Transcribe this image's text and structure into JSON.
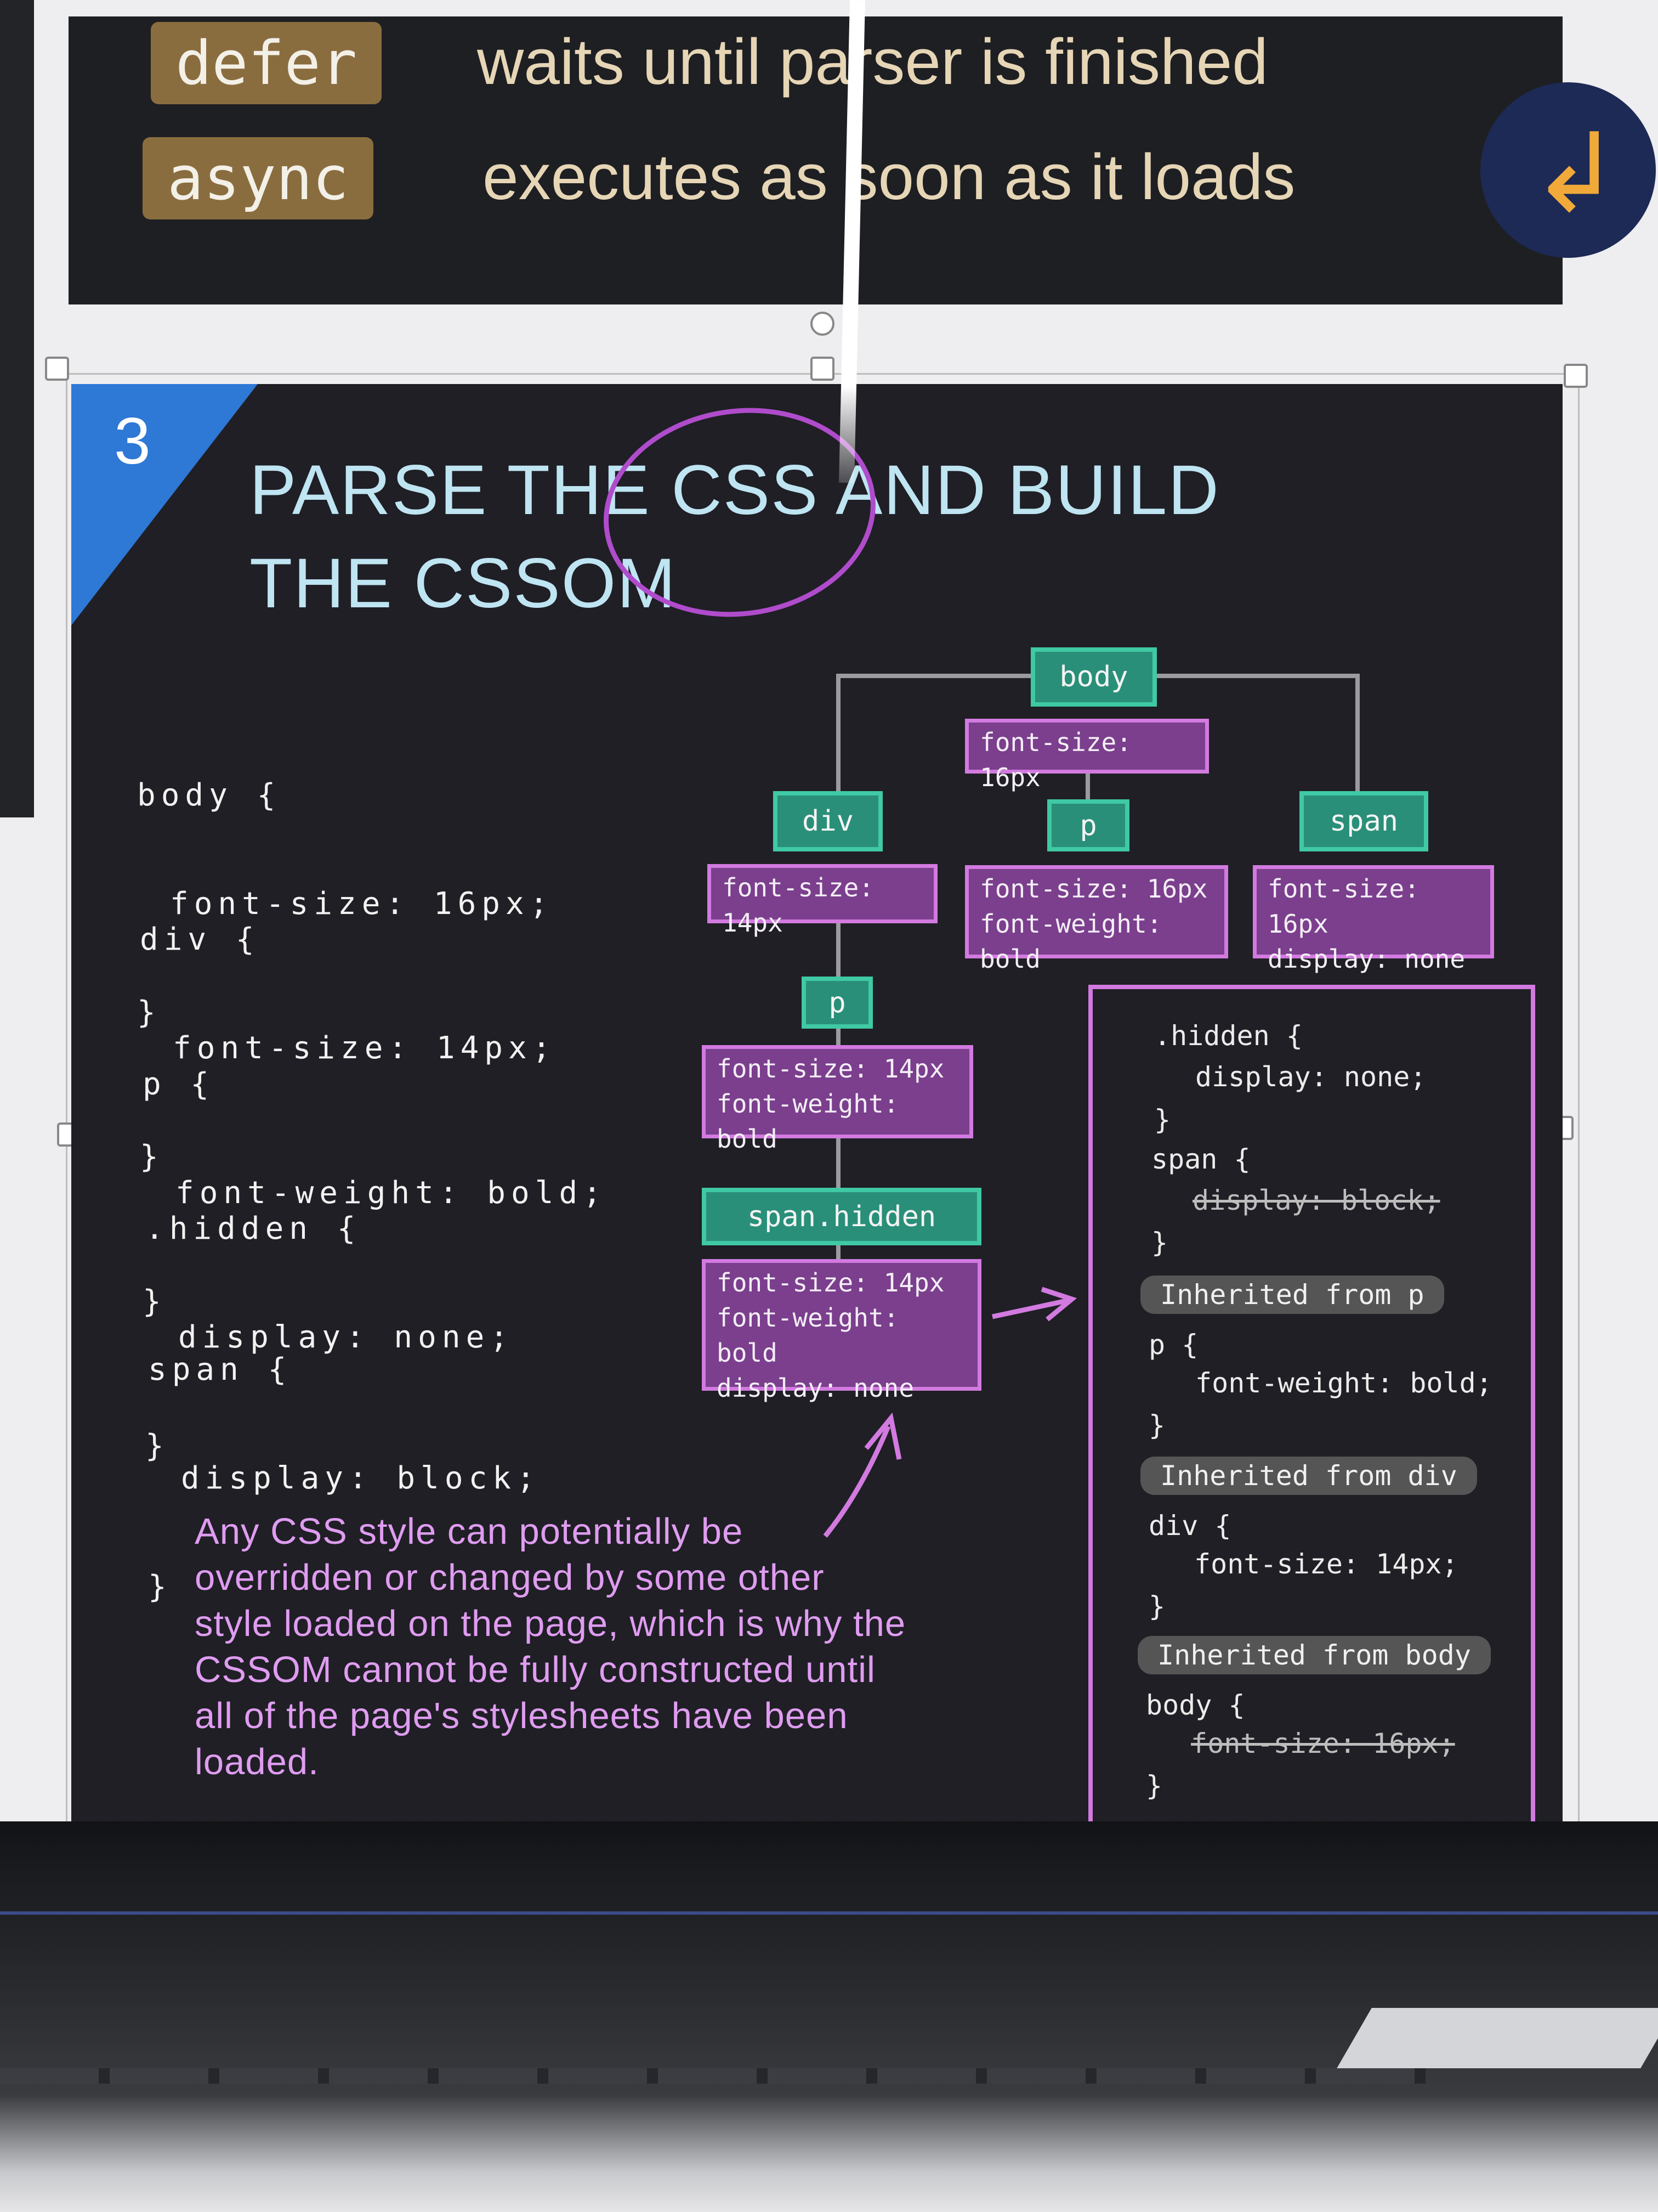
{
  "top_slide": {
    "rows": [
      {
        "keyword": "defer",
        "description": "waits until parser is finished"
      },
      {
        "keyword": "async",
        "description": "executes as soon as it loads"
      }
    ]
  },
  "slide": {
    "number": "3",
    "title_line1": "PARSE THE CSS AND BUILD",
    "title_line2": "THE CSSOM",
    "css_code": [
      {
        "selector": "body {",
        "declaration": "font-size: 16px;",
        "close": "}"
      },
      {
        "selector": "div {",
        "declaration": "font-size: 14px;",
        "close": "}"
      },
      {
        "selector": "p {",
        "declaration": "font-weight: bold;",
        "close": "}"
      },
      {
        "selector": ".hidden {",
        "declaration": "display: none;",
        "close": "}"
      },
      {
        "selector": "span {",
        "declaration": "display: block;",
        "close": "}"
      }
    ],
    "tree": {
      "body": {
        "label": "body",
        "props": [
          "font-size: 16px"
        ]
      },
      "div": {
        "label": "div",
        "props": [
          "font-size: 14px"
        ]
      },
      "p_top": {
        "label": "p",
        "props": [
          "font-size: 16px",
          "font-weight: bold"
        ]
      },
      "span_top": {
        "label": "span",
        "props": [
          "font-size: 16px",
          "display: none"
        ]
      },
      "p_child": {
        "label": "p",
        "props": [
          "font-size: 14px",
          "font-weight: bold"
        ]
      },
      "span_hidden": {
        "label": "span.hidden",
        "props": [
          "font-size: 14px",
          "font-weight: bold",
          "display: none"
        ]
      }
    },
    "panel": {
      "hidden_rule": ".hidden {",
      "hidden_decl": "display: none;",
      "close": "}",
      "span_rule": "span {",
      "span_decl": "display: block;",
      "inherited_p": "Inherited from p",
      "p_rule": "p {",
      "p_decl": "font-weight: bold;",
      "inherited_div": "Inherited from div",
      "div_rule": "div {",
      "div_decl": "font-size: 14px;",
      "inherited_body": "Inherited from body",
      "body_rule": "body {",
      "body_decl": "font-size: 16px;"
    },
    "note_lines": [
      "Any CSS style can potentially be",
      "overridden or changed by some other",
      "style loaded on the page, which is why the",
      "CSSOM cannot be fully constructed until",
      "all of the page's stylesheets have been",
      "loaded."
    ],
    "colors": {
      "background": "#1f1f25",
      "title": "#bfe4f2",
      "node_fill": "#2a8f79",
      "node_border": "#3fc9a4",
      "prop_fill": "#7b3f8d",
      "prop_border": "#d27ae0",
      "note_text": "#df9cf0",
      "corner": "#2e78d6",
      "circle_highlight": "#b04ccc"
    }
  }
}
